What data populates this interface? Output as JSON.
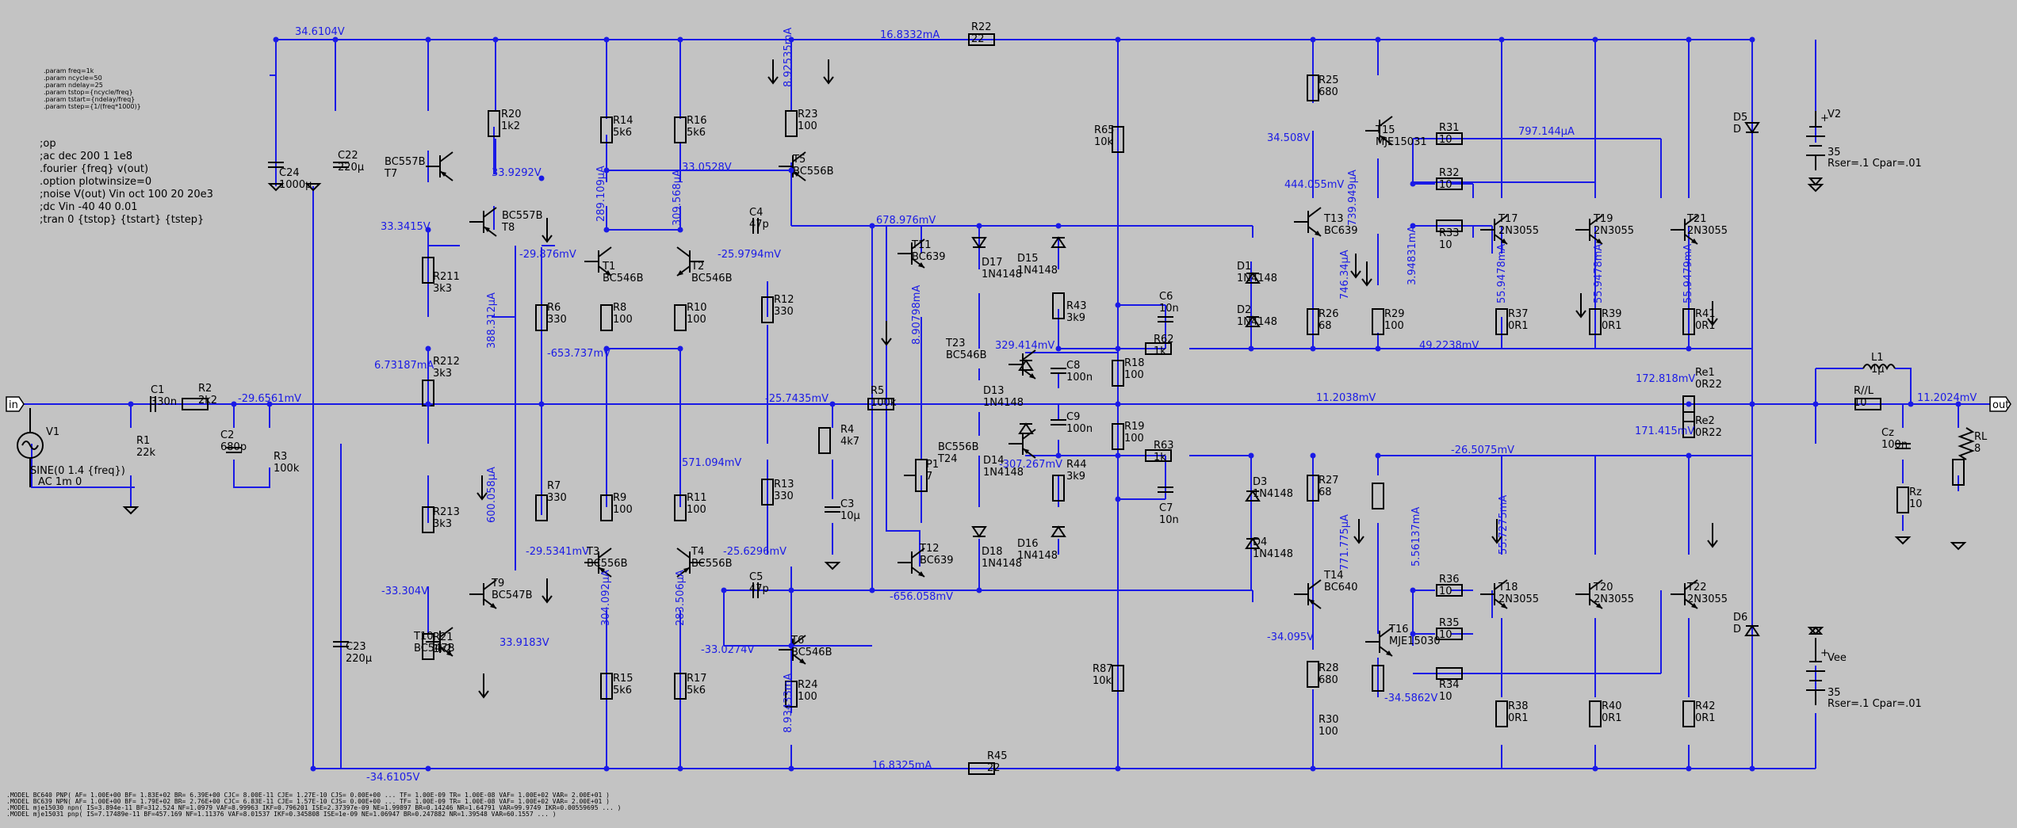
{
  "params": [
    ".param freq=1k",
    ".param ncycle=50",
    ".param ndelay=25",
    ".param tstop={ncycle/freq}",
    ".param tstart={ndelay/freq}",
    ".param tstep={1/(freq*1000)}"
  ],
  "directives": [
    ";op",
    ";ac dec 200 1 1e8",
    ".fourier {freq} v(out)",
    ".option plotwinsize=0",
    ";noise V(out) Vin oct 100 20 20e3",
    ";dc Vin -40 40 0.01",
    ";tran 0 {tstop} {tstart} {tstep}"
  ],
  "models": [
    ".MODEL BC640 PNP( AF= 1.00E+00 BF= 1.83E+02 BR= 6.39E+00 CJC= 8.00E-11 CJE= 1.27E-10 CJS= 0.00E+00 ... TF= 1.00E-09 TR= 1.00E-08 VAF= 1.00E+02 VAR= 2.00E+01 )",
    ".MODEL BC639 NPN( AF= 1.00E+00 BF= 1.79E+02 BR= 2.76E+00 CJC= 6.83E-11 CJE= 1.57E-10 CJS= 0.00E+00 ... TF= 1.00E-09 TR= 1.00E-08 VAF= 1.00E+02 VAR= 2.00E+01 )",
    ".MODEL mje15030 npn( IS=3.894e-11 BF=312.524 NF=1.0979 VAF=8.99963 IKF=0.796201 ISE=2.37397e-09 NE=1.99897 BR=0.14246 NR=1.64791 VAR=99.9749 IKR=0.00559695 ... )",
    ".MODEL mje15031 pnp( IS=7.17489e-11 BF=457.169 NF=1.11376 VAF=8.01537 IKF=0.345808 ISE=1e-09 NE=1.06947 BR=0.247882 NR=1.39548 VAR=60.1557 ... )"
  ],
  "sources": {
    "V1": {
      "name": "V1",
      "line1": "SINE(0 1.4 {freq})",
      "line2": "AC 1m 0"
    },
    "V2": {
      "name": "V2",
      "value": "35",
      "extra": "Rser=.1 Cpar=.01"
    },
    "Vee": {
      "name": "Vee",
      "value": "35",
      "extra": "Rser=.1 Cpar=.01"
    }
  },
  "ports": {
    "in": "in",
    "out": "out"
  },
  "labels": [
    {
      "id": "C1",
      "ref": "C1",
      "val": "330n"
    },
    {
      "id": "R1",
      "ref": "R1",
      "val": "22k"
    },
    {
      "id": "R2",
      "ref": "R2",
      "val": "2k2"
    },
    {
      "id": "C2",
      "ref": "C2",
      "val": "680p"
    },
    {
      "id": "R3",
      "ref": "R3",
      "val": "100k"
    },
    {
      "id": "C24",
      "ref": "C24",
      "val": "1000µ"
    },
    {
      "id": "C22",
      "ref": "C22",
      "val": "220µ"
    },
    {
      "id": "C23",
      "ref": "C23",
      "val": "220µ"
    },
    {
      "id": "R20",
      "ref": "R20",
      "val": "1k2"
    },
    {
      "id": "T7",
      "ref": "BC557B",
      "val": "T7"
    },
    {
      "id": "T8",
      "ref": "BC557B",
      "val": "T8"
    },
    {
      "id": "R211",
      "ref": "R211",
      "val": "3k3"
    },
    {
      "id": "R212",
      "ref": "R212",
      "val": "3k3"
    },
    {
      "id": "R213",
      "ref": "R213",
      "val": "3k3"
    },
    {
      "id": "T9",
      "ref": "T9",
      "val": "BC547B"
    },
    {
      "id": "T10",
      "ref": "T10",
      "val": "BC547B"
    },
    {
      "id": "R21",
      "ref": "R21",
      "val": "1k2"
    },
    {
      "id": "R14",
      "ref": "R14",
      "val": "5k6"
    },
    {
      "id": "R16",
      "ref": "R16",
      "val": "5k6"
    },
    {
      "id": "T1",
      "ref": "T1",
      "val": "BC546B"
    },
    {
      "id": "T2",
      "ref": "T2",
      "val": "BC546B"
    },
    {
      "id": "R6",
      "ref": "R6",
      "val": "330"
    },
    {
      "id": "R8",
      "ref": "R8",
      "val": "100"
    },
    {
      "id": "R10",
      "ref": "R10",
      "val": "100"
    },
    {
      "id": "R7",
      "ref": "R7",
      "val": "330"
    },
    {
      "id": "R9",
      "ref": "R9",
      "val": "100"
    },
    {
      "id": "R11",
      "ref": "R11",
      "val": "100"
    },
    {
      "id": "T3",
      "ref": "T3",
      "val": "BC556B"
    },
    {
      "id": "T4",
      "ref": "T4",
      "val": "BC556B"
    },
    {
      "id": "R15",
      "ref": "R15",
      "val": "5k6"
    },
    {
      "id": "R17",
      "ref": "R17",
      "val": "5k6"
    },
    {
      "id": "R23",
      "ref": "R23",
      "val": "100"
    },
    {
      "id": "T5",
      "ref": "T5",
      "val": "BC556B"
    },
    {
      "id": "C4",
      "ref": "C4",
      "val": "47p"
    },
    {
      "id": "R12",
      "ref": "R12",
      "val": "330"
    },
    {
      "id": "R13",
      "ref": "R13",
      "val": "330"
    },
    {
      "id": "C5",
      "ref": "C5",
      "val": "47p"
    },
    {
      "id": "T6",
      "ref": "T6",
      "val": "BC546B"
    },
    {
      "id": "R24",
      "ref": "R24",
      "val": "100"
    },
    {
      "id": "R22",
      "ref": "R22",
      "val": "22"
    },
    {
      "id": "R45",
      "ref": "R45",
      "val": "22"
    },
    {
      "id": "R5",
      "ref": "R5",
      "val": "100k"
    },
    {
      "id": "R4",
      "ref": "R4",
      "val": "4k7"
    },
    {
      "id": "C3",
      "ref": "C3",
      "val": "10µ"
    },
    {
      "id": "T11",
      "ref": "T11",
      "val": "BC639"
    },
    {
      "id": "P1",
      "ref": "P1",
      "val": "7"
    },
    {
      "id": "T12",
      "ref": "T12",
      "val": "BC639"
    },
    {
      "id": "T23",
      "ref": "T23",
      "val": "BC546B"
    },
    {
      "id": "T24",
      "ref": "BC556B",
      "val": "T24"
    },
    {
      "id": "D17",
      "ref": "D17",
      "val": "1N4148"
    },
    {
      "id": "D13",
      "ref": "D13",
      "val": "1N4148"
    },
    {
      "id": "D14",
      "ref": "D14",
      "val": "1N4148"
    },
    {
      "id": "D18",
      "ref": "D18",
      "val": "1N4148"
    },
    {
      "id": "D15",
      "ref": "D15",
      "val": "1N4148"
    },
    {
      "id": "R43",
      "ref": "R43",
      "val": "3k9"
    },
    {
      "id": "C8",
      "ref": "C8",
      "val": "100n"
    },
    {
      "id": "C9",
      "ref": "C9",
      "val": "100n"
    },
    {
      "id": "R44",
      "ref": "R44",
      "val": "3k9"
    },
    {
      "id": "D16",
      "ref": "D16",
      "val": "1N4148"
    },
    {
      "id": "R65",
      "ref": "R65",
      "val": "10k"
    },
    {
      "id": "R18",
      "ref": "R18",
      "val": "100"
    },
    {
      "id": "R19",
      "ref": "R19",
      "val": "100"
    },
    {
      "id": "R87",
      "ref": "R87",
      "val": "10k"
    },
    {
      "id": "C6",
      "ref": "C6",
      "val": "10n"
    },
    {
      "id": "R62",
      "ref": "R62",
      "val": "1k"
    },
    {
      "id": "R63",
      "ref": "R63",
      "val": "1k"
    },
    {
      "id": "C7",
      "ref": "C7",
      "val": "10n"
    },
    {
      "id": "D1",
      "ref": "D1",
      "val": "1N4148"
    },
    {
      "id": "D2",
      "ref": "D2",
      "val": "1N4148"
    },
    {
      "id": "D3",
      "ref": "D3",
      "val": "1N4148"
    },
    {
      "id": "D4",
      "ref": "D4",
      "val": "1N4148"
    },
    {
      "id": "R25",
      "ref": "R25",
      "val": "680"
    },
    {
      "id": "T15",
      "ref": "T15",
      "val": "MJE15031"
    },
    {
      "id": "T13",
      "ref": "T13",
      "val": "BC639"
    },
    {
      "id": "R26",
      "ref": "R26",
      "val": "68"
    },
    {
      "id": "R29",
      "ref": "R29",
      "val": "100"
    },
    {
      "id": "R31",
      "ref": "R31",
      "val": "10"
    },
    {
      "id": "R32",
      "ref": "R32",
      "val": "10"
    },
    {
      "id": "R33",
      "ref": "R33",
      "val": "10"
    },
    {
      "id": "T17",
      "ref": "T17",
      "val": "2N3055"
    },
    {
      "id": "T19",
      "ref": "T19",
      "val": "2N3055"
    },
    {
      "id": "T21",
      "ref": "T21",
      "val": "2N3055"
    },
    {
      "id": "R37",
      "ref": "R37",
      "val": "0R1"
    },
    {
      "id": "R39",
      "ref": "R39",
      "val": "0R1"
    },
    {
      "id": "R41",
      "ref": "R41",
      "val": "0R1"
    },
    {
      "id": "Re1",
      "ref": "Re1",
      "val": "0R22"
    },
    {
      "id": "Re2",
      "ref": "Re2",
      "val": "0R22"
    },
    {
      "id": "R27",
      "ref": "R27",
      "val": "68"
    },
    {
      "id": "T14",
      "ref": "T14",
      "val": "BC640"
    },
    {
      "id": "R28",
      "ref": "R28",
      "val": "680"
    },
    {
      "id": "T16",
      "ref": "T16",
      "val": "MJE15030"
    },
    {
      "id": "R30",
      "ref": "R30",
      "val": "100"
    },
    {
      "id": "R36",
      "ref": "R36",
      "val": "10"
    },
    {
      "id": "R35",
      "ref": "R35",
      "val": "10"
    },
    {
      "id": "R34",
      "ref": "R34",
      "val": "10"
    },
    {
      "id": "T18",
      "ref": "T18",
      "val": "2N3055"
    },
    {
      "id": "T20",
      "ref": "T20",
      "val": "2N3055"
    },
    {
      "id": "T22",
      "ref": "T22",
      "val": "2N3055"
    },
    {
      "id": "R38",
      "ref": "R38",
      "val": "0R1"
    },
    {
      "id": "R40",
      "ref": "R40",
      "val": "0R1"
    },
    {
      "id": "R42",
      "ref": "R42",
      "val": "0R1"
    },
    {
      "id": "D5",
      "ref": "D5",
      "val": "D"
    },
    {
      "id": "D6",
      "ref": "D6",
      "val": "D"
    },
    {
      "id": "L1",
      "ref": "L1",
      "val": "1µ"
    },
    {
      "id": "RL1",
      "ref": "R//L",
      "val": "10"
    },
    {
      "id": "Cz",
      "ref": "Cz",
      "val": "100n"
    },
    {
      "id": "Rz",
      "ref": "Rz",
      "val": "10"
    },
    {
      "id": "RL",
      "ref": "RL",
      "val": "8"
    }
  ],
  "annotations": [
    {
      "id": "a1",
      "text": "34.6104V"
    },
    {
      "id": "a2",
      "text": "16.8332mA"
    },
    {
      "id": "a3",
      "text": "33.9292V"
    },
    {
      "id": "a4",
      "text": "33.3415V"
    },
    {
      "id": "a5",
      "text": "8.92535mA"
    },
    {
      "id": "a6",
      "text": "33.0528V"
    },
    {
      "id": "a7",
      "text": "289.109µA"
    },
    {
      "id": "a8",
      "text": "309.568µA"
    },
    {
      "id": "a9",
      "text": "-29.876mV"
    },
    {
      "id": "a10",
      "text": "-25.9794mV"
    },
    {
      "id": "a11",
      "text": "678.976mV"
    },
    {
      "id": "a12",
      "text": "388.312µA"
    },
    {
      "id": "a13",
      "text": "-653.737mV"
    },
    {
      "id": "a14",
      "text": "6.73187mA"
    },
    {
      "id": "a15",
      "text": "-29.6561mV"
    },
    {
      "id": "a16",
      "text": "-25.7435mV"
    },
    {
      "id": "a17",
      "text": "8.90798mA"
    },
    {
      "id": "a18",
      "text": "329.414mV"
    },
    {
      "id": "a19",
      "text": "571.094mV"
    },
    {
      "id": "a20",
      "text": "-307.267mV"
    },
    {
      "id": "a21",
      "text": "600.058µA"
    },
    {
      "id": "a22",
      "text": "-29.5341mV"
    },
    {
      "id": "a23",
      "text": "-25.6296mV"
    },
    {
      "id": "a24",
      "text": "-33.304V"
    },
    {
      "id": "a25",
      "text": "304.092µA"
    },
    {
      "id": "a26",
      "text": "283.506µA"
    },
    {
      "id": "a27",
      "text": "-656.058mV"
    },
    {
      "id": "a28",
      "text": "33.9183V"
    },
    {
      "id": "a29",
      "text": "-33.0274V"
    },
    {
      "id": "a30",
      "text": "8.93433mA"
    },
    {
      "id": "a31",
      "text": "-34.6105V"
    },
    {
      "id": "a32",
      "text": "16.8325mA"
    },
    {
      "id": "a33",
      "text": "34.508V"
    },
    {
      "id": "a34",
      "text": "797.144µA"
    },
    {
      "id": "a35",
      "text": "444.055mV"
    },
    {
      "id": "a36",
      "text": "739.949µA"
    },
    {
      "id": "a37",
      "text": "746.34µA"
    },
    {
      "id": "a38",
      "text": "3.94831mA"
    },
    {
      "id": "a39",
      "text": "55.9478mA"
    },
    {
      "id": "a40",
      "text": "55.9478mA"
    },
    {
      "id": "a41",
      "text": "55.9479mA"
    },
    {
      "id": "a42",
      "text": "49.2238mV"
    },
    {
      "id": "a43",
      "text": "172.818mV"
    },
    {
      "id": "a44",
      "text": "11.2038mV"
    },
    {
      "id": "a45",
      "text": "11.2024mV"
    },
    {
      "id": "a46",
      "text": "171.415mV"
    },
    {
      "id": "a47",
      "text": "-26.5075mV"
    },
    {
      "id": "a48",
      "text": "771.775µA"
    },
    {
      "id": "a49",
      "text": "5.56137mA"
    },
    {
      "id": "a50",
      "text": "55.7275mA"
    },
    {
      "id": "a51",
      "text": "-34.095V"
    },
    {
      "id": "a52",
      "text": "-34.5862V"
    }
  ]
}
